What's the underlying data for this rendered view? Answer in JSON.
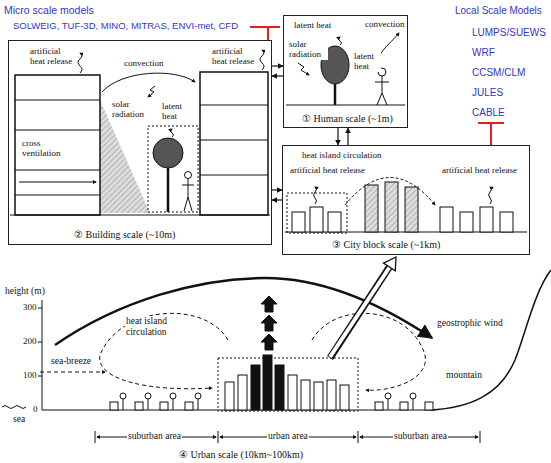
{
  "diagram": {
    "nodes": [
      {
        "text": [
          "latent heat",
          "convection",
          "solar radiation",
          "latent heat",
          "① Human scale (~1m)"
        ]
      },
      {
        "text": [
          "artificial heat release",
          "convection",
          "artificial heat release",
          "solar radiation",
          "latent heat",
          "cross ventilation",
          "② Building scale (~10m)"
        ]
      },
      {
        "text": [
          "heat island circulation",
          "artificial heat release",
          "artificial heat release",
          "③ City block scale (~1km)"
        ]
      }
    ],
    "edges": [
      {
        "from": 1,
        "to": 0,
        "arrow": "to"
      },
      {
        "from": 0,
        "to": 1,
        "arrow": "to"
      },
      {
        "from": 0,
        "to": 2,
        "arrow": "to"
      },
      {
        "from": 2,
        "to": 0,
        "arrow": "to"
      },
      {
        "from": 1,
        "to": 2,
        "arrow": "to"
      },
      {
        "from": 2,
        "to": 1,
        "arrow": "to"
      }
    ],
    "labels": [
      "Micro scale models",
      "SOLWEIG, TUF-3D, MINO, MITRAS, ENVI-met, CFD",
      "Local Scale Models",
      "LUMPS/SUEWS",
      "WRF",
      "CCSM/CLM",
      "JULES",
      "CABLE",
      "height (m)",
      "300",
      "200",
      "100",
      "0",
      "geostrophic wind",
      "mountain",
      "sea-breeze",
      "heat island circulation",
      "sea",
      "suburban area",
      "urban area",
      "suburban area",
      "④ Urban scale (10km~100km)"
    ]
  }
}
